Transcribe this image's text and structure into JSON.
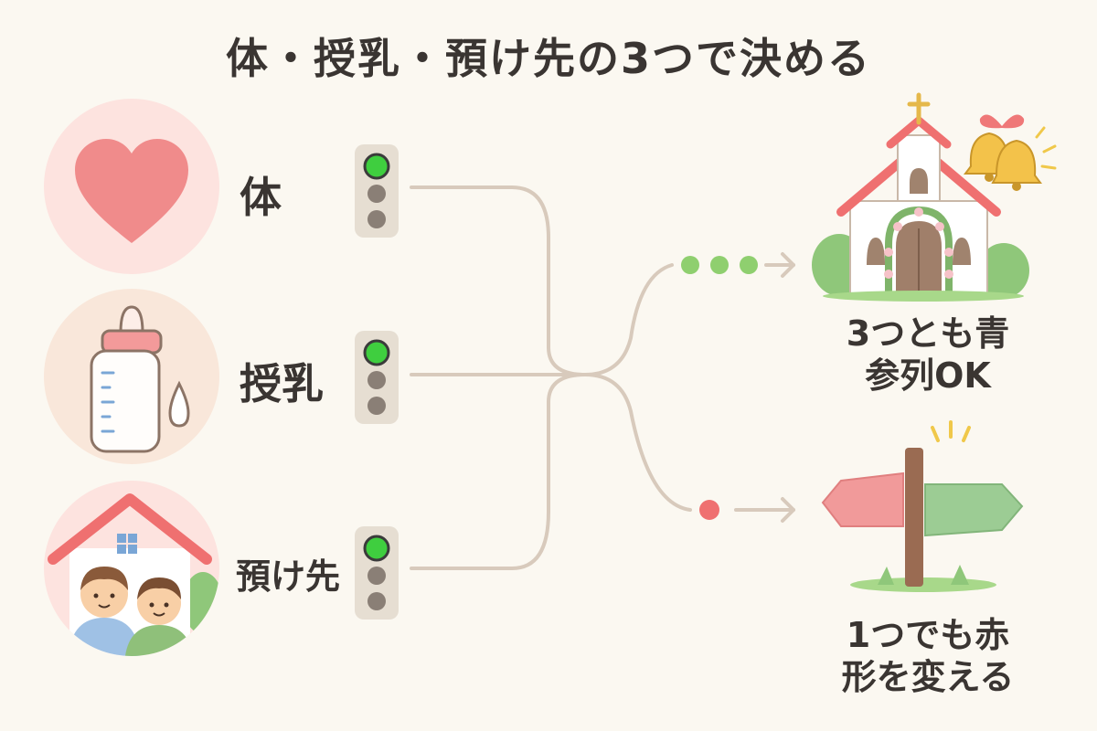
{
  "title": "体・授乳・預け先の3つで決める",
  "factors": [
    {
      "label": "体",
      "icon": "heart-icon",
      "signal": "green"
    },
    {
      "label": "授乳",
      "icon": "baby-bottle-icon",
      "signal": "green"
    },
    {
      "label": "預け先",
      "icon": "house-with-children-icon",
      "signal": "green"
    }
  ],
  "outcomes": [
    {
      "lines": [
        "3つとも青",
        "参列OK"
      ],
      "icon": "wedding-chapel-icon",
      "indicator": "three-green-dots"
    },
    {
      "lines": [
        "1つでも赤",
        "形を変える"
      ],
      "icon": "signpost-icon",
      "indicator": "one-red-dot"
    }
  ],
  "colors": {
    "background": "#fbf8f1",
    "heart": "#f08b8b",
    "signal_green": "#3fce3f",
    "connector": "#d8cabc",
    "dot_green": "#8fcf6f",
    "dot_red": "#ef7070"
  }
}
